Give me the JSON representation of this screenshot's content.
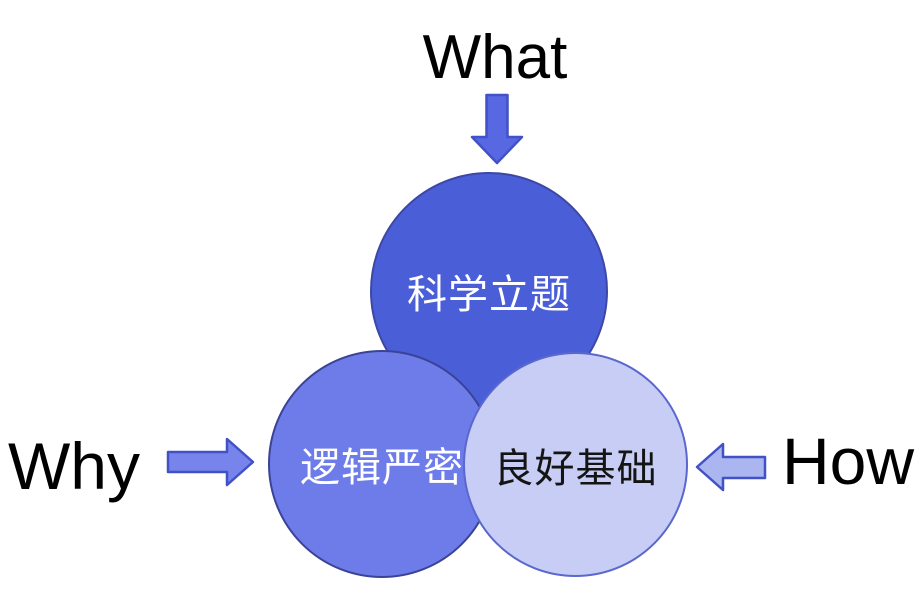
{
  "colors": {
    "background": "#ffffff",
    "label_text": "#000000",
    "top_circle_fill": "#4a5ed8",
    "top_circle_border": "#3c47a6",
    "top_circle_text": "#ffffff",
    "left_circle_fill": "#6e7cea",
    "left_circle_border": "#3a4396",
    "left_circle_text": "#ffffff",
    "right_circle_fill": "#c7cdf5",
    "right_circle_border": "#5a67ce",
    "right_circle_text": "#141414",
    "arrow_border": "#4151c6",
    "what_arrow_fill": "#5868e3",
    "why_arrow_fill": "#7684ec",
    "how_arrow_fill": "#abb5f0"
  },
  "diagram": {
    "labels": {
      "what": "What",
      "why": "Why",
      "how": "How"
    },
    "arrows": {
      "what": "down",
      "why": "right",
      "how": "left"
    },
    "circles": {
      "top": {
        "label": "科学立题"
      },
      "left": {
        "label": "逻辑严密"
      },
      "right": {
        "label": "良好基础"
      }
    }
  }
}
